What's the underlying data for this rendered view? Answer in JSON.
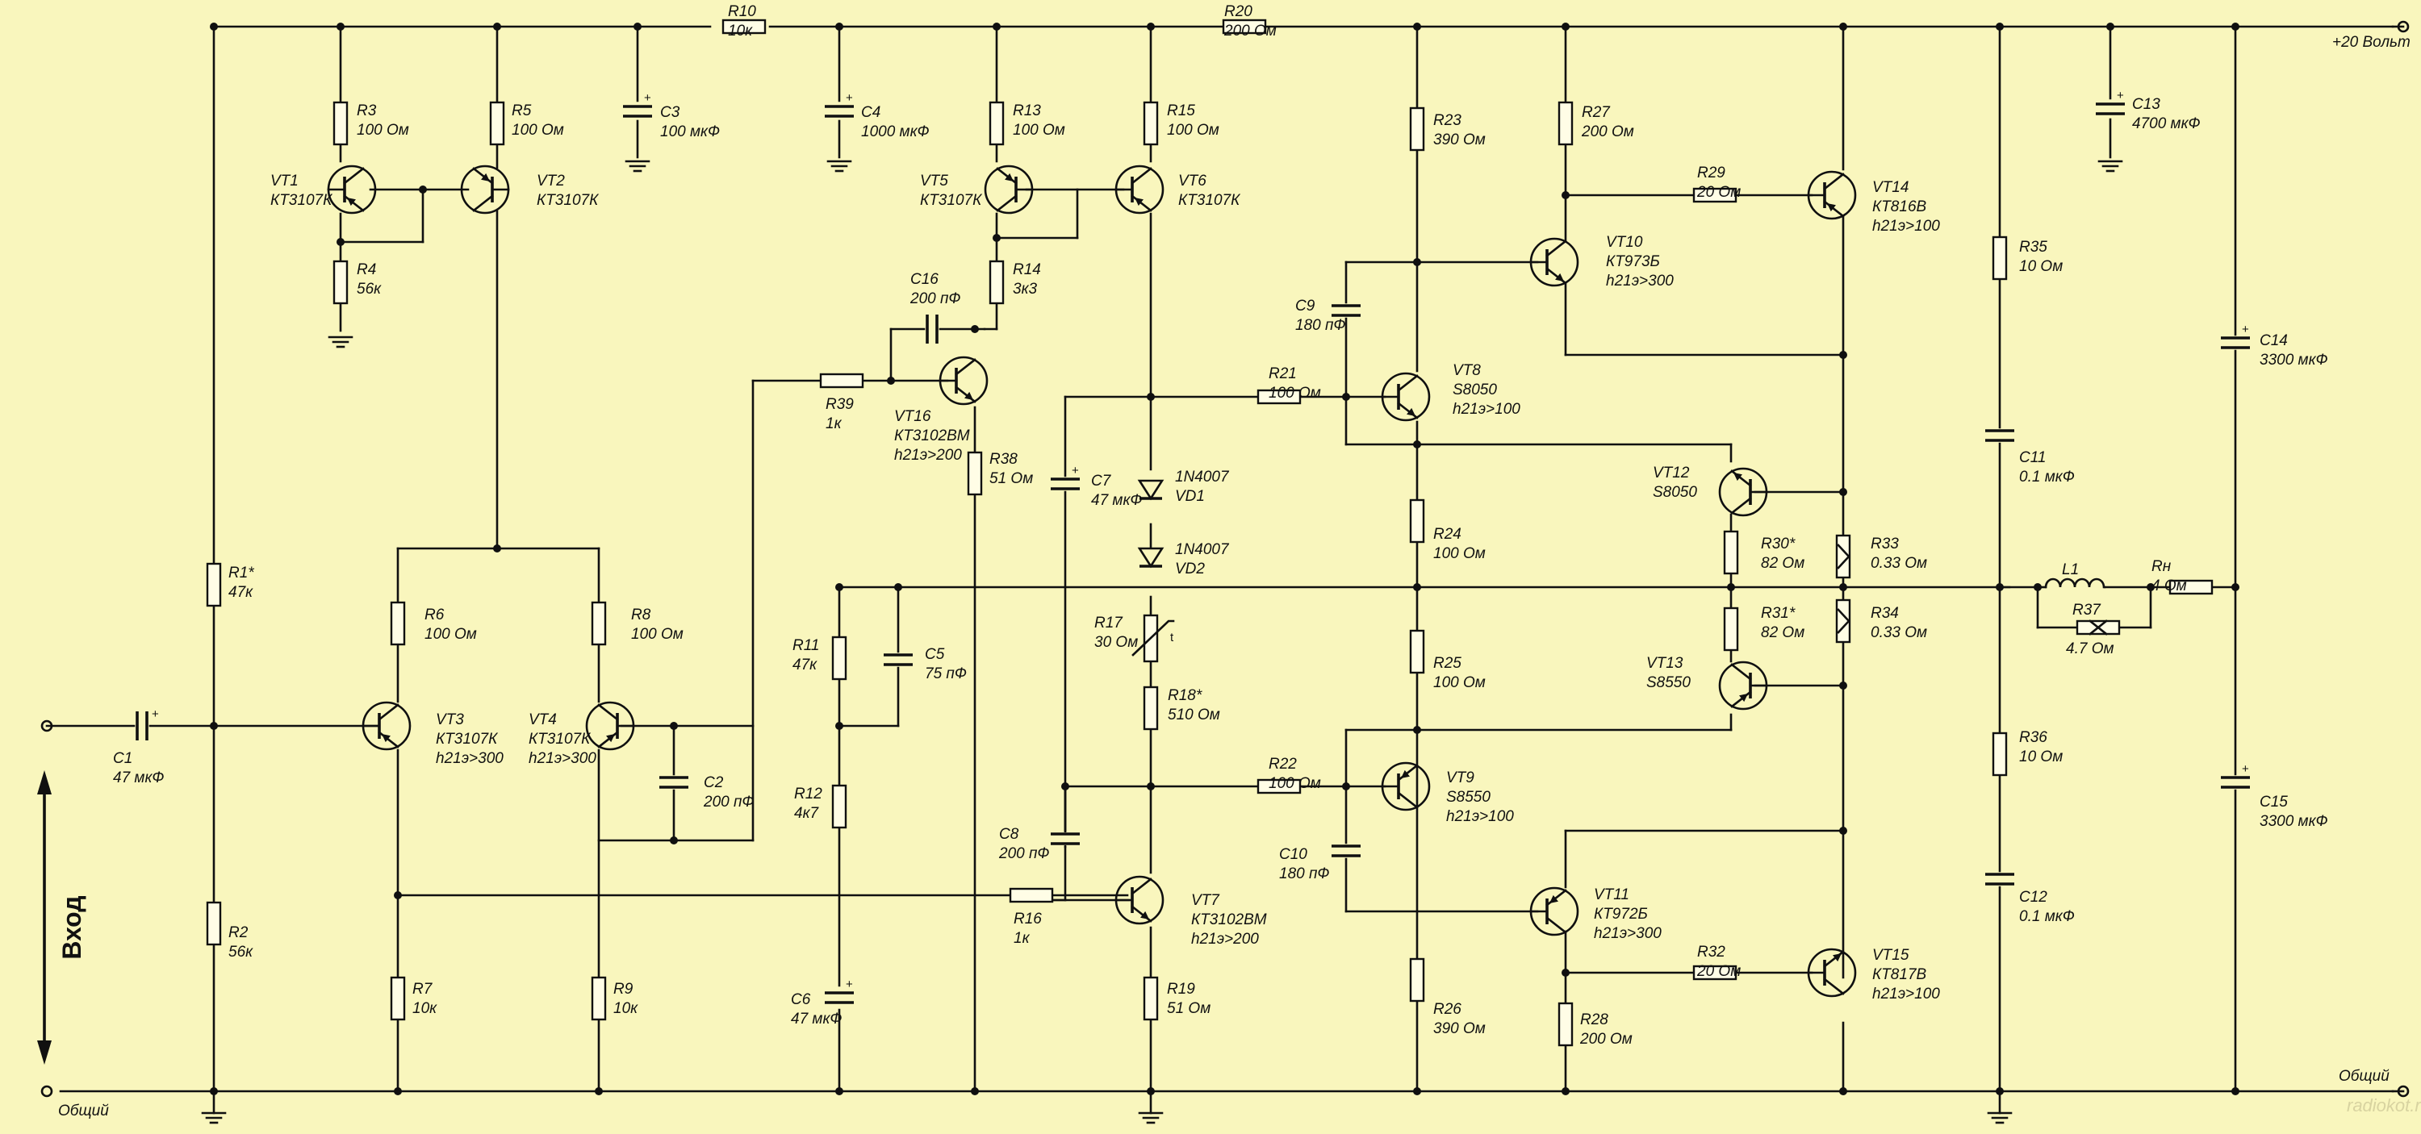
{
  "supply_label": "+20 Вольт",
  "ground_label_left": "Общий",
  "ground_label_right": "Общий",
  "input_label": "Вход",
  "watermark": "radiokot.ru",
  "components": {
    "R1": {
      "name": "R1*",
      "value": "47к"
    },
    "R2": {
      "name": "R2",
      "value": "56к"
    },
    "R3": {
      "name": "R3",
      "value": "100 Ом"
    },
    "R4": {
      "name": "R4",
      "value": "56к"
    },
    "R5": {
      "name": "R5",
      "value": "100 Ом"
    },
    "R6": {
      "name": "R6",
      "value": "100 Ом"
    },
    "R7": {
      "name": "R7",
      "value": "10к"
    },
    "R8": {
      "name": "R8",
      "value": "100 Ом"
    },
    "R9": {
      "name": "R9",
      "value": "10к"
    },
    "R10": {
      "name": "R10",
      "value": "10к"
    },
    "R11": {
      "name": "R11",
      "value": "47к"
    },
    "R12": {
      "name": "R12",
      "value": "4к7"
    },
    "R13": {
      "name": "R13",
      "value": "100 Ом"
    },
    "R14": {
      "name": "R14",
      "value": "3к3"
    },
    "R15": {
      "name": "R15",
      "value": "100 Ом"
    },
    "R16": {
      "name": "R16",
      "value": "1к"
    },
    "R17": {
      "name": "R17",
      "value": "30 Ом"
    },
    "R18": {
      "name": "R18*",
      "value": "510 Ом"
    },
    "R19": {
      "name": "R19",
      "value": "51 Ом"
    },
    "R20": {
      "name": "R20",
      "value": "200 Ом"
    },
    "R21": {
      "name": "R21",
      "value": "100 Ом"
    },
    "R22": {
      "name": "R22",
      "value": "100 Ом"
    },
    "R23": {
      "name": "R23",
      "value": "390 Ом"
    },
    "R24": {
      "name": "R24",
      "value": "100 Ом"
    },
    "R25": {
      "name": "R25",
      "value": "100 Ом"
    },
    "R26": {
      "name": "R26",
      "value": "390 Ом"
    },
    "R27": {
      "name": "R27",
      "value": "200 Ом"
    },
    "R28": {
      "name": "R28",
      "value": "200 Ом"
    },
    "R29": {
      "name": "R29",
      "value": "20 Ом"
    },
    "R30": {
      "name": "R30*",
      "value": "82 Ом"
    },
    "R31": {
      "name": "R31*",
      "value": "82 Ом"
    },
    "R32": {
      "name": "R32",
      "value": "20 Ом"
    },
    "R33": {
      "name": "R33",
      "value": "0.33 Ом"
    },
    "R34": {
      "name": "R34",
      "value": "0.33 Ом"
    },
    "R35": {
      "name": "R35",
      "value": "10 Ом"
    },
    "R36": {
      "name": "R36",
      "value": "10 Ом"
    },
    "R37": {
      "name": "R37",
      "value": "4.7 Ом"
    },
    "R38": {
      "name": "R38",
      "value": "51 Ом"
    },
    "R39": {
      "name": "R39",
      "value": "1к"
    },
    "RH": {
      "name": "Rн",
      "value": "4 Ом"
    },
    "C1": {
      "name": "C1",
      "value": "47 мкФ"
    },
    "C2": {
      "name": "C2",
      "value": "200 пФ"
    },
    "C3": {
      "name": "C3",
      "value": "100 мкФ"
    },
    "C4": {
      "name": "C4",
      "value": "1000 мкФ"
    },
    "C5": {
      "name": "C5",
      "value": "75 пФ"
    },
    "C6": {
      "name": "C6",
      "value": "47 мкФ"
    },
    "C7": {
      "name": "C7",
      "value": "47 мкФ"
    },
    "C8": {
      "name": "C8",
      "value": "200 пФ"
    },
    "C9": {
      "name": "C9",
      "value": "180 пФ"
    },
    "C10": {
      "name": "C10",
      "value": "180 пФ"
    },
    "C11": {
      "name": "C11",
      "value": "0.1 мкФ"
    },
    "C12": {
      "name": "C12",
      "value": "0.1 мкФ"
    },
    "C13": {
      "name": "C13",
      "value": "4700 мкФ"
    },
    "C14": {
      "name": "C14",
      "value": "3300 мкФ"
    },
    "C15": {
      "name": "C15",
      "value": "3300 мкФ"
    },
    "C16": {
      "name": "C16",
      "value": "200 пФ"
    },
    "L1": {
      "name": "L1"
    },
    "VD1": {
      "name": "VD1",
      "part": "1N4007"
    },
    "VD2": {
      "name": "VD2",
      "part": "1N4007"
    },
    "VT1": {
      "name": "VT1",
      "part": "КТ3107К"
    },
    "VT2": {
      "name": "VT2",
      "part": "КТ3107К"
    },
    "VT3": {
      "name": "VT3",
      "part": "КТ3107К",
      "gain": "h21э>300"
    },
    "VT4": {
      "name": "VT4",
      "part": "КТ3107К",
      "gain": "h21э>300"
    },
    "VT5": {
      "name": "VT5",
      "part": "КТ3107К"
    },
    "VT6": {
      "name": "VT6",
      "part": "КТ3107К"
    },
    "VT7": {
      "name": "VT7",
      "part": "КТ3102ВМ",
      "gain": "h21э>200"
    },
    "VT8": {
      "name": "VT8",
      "part": "S8050",
      "gain": "h21э>100"
    },
    "VT9": {
      "name": "VT9",
      "part": "S8550",
      "gain": "h21э>100"
    },
    "VT10": {
      "name": "VT10",
      "part": "КТ973Б",
      "gain": "h21э>300"
    },
    "VT11": {
      "name": "VT11",
      "part": "КТ972Б",
      "gain": "h21э>300"
    },
    "VT12": {
      "name": "VT12",
      "part": "S8050"
    },
    "VT13": {
      "name": "VT13",
      "part": "S8550"
    },
    "VT14": {
      "name": "VT14",
      "part": "КТ816В",
      "gain": "h21э>100"
    },
    "VT15": {
      "name": "VT15",
      "part": "КТ817В",
      "gain": "h21э>100"
    },
    "VT16": {
      "name": "VT16",
      "part": "КТ3102ВМ",
      "gain": "h21э>200"
    }
  }
}
